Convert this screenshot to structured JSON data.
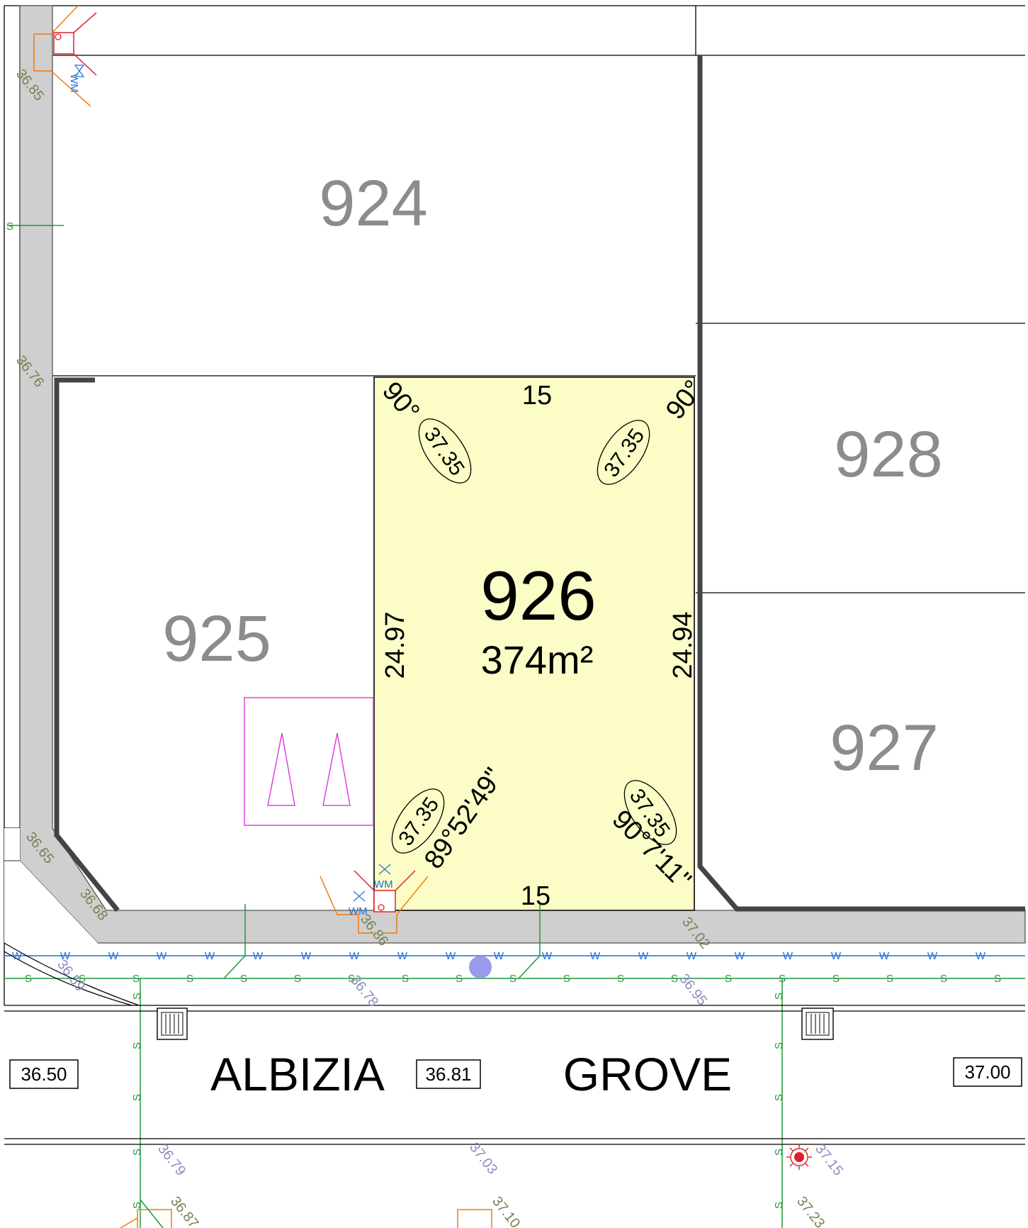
{
  "lots": {
    "lot_924": "924",
    "lot_925": "925",
    "lot_927": "927",
    "lot_928": "928",
    "subject": {
      "number": "926",
      "area": "374m²"
    }
  },
  "dimensions": {
    "top": "15",
    "bottom": "15",
    "left": "24.97",
    "right": "24.94"
  },
  "angles": {
    "top_left": "90°",
    "top_right": "90°",
    "bottom_left": "89°52'49\"",
    "bottom_right": "90°7'11\""
  },
  "corner_levels": {
    "top_left": "37.35",
    "top_right": "37.35",
    "bottom_left": "37.35",
    "bottom_right": "37.35"
  },
  "levels_green": [
    "36.85",
    "36.76",
    "36.65",
    "36.68",
    "36.86",
    "37.02",
    "36.87",
    "37.10",
    "37.23"
  ],
  "levels_purple": [
    "36.59",
    "36.78",
    "36.95",
    "36.79",
    "37.03",
    "37.15"
  ],
  "road_levels": [
    "36.50",
    "36.81",
    "37.00"
  ],
  "street_name": {
    "word1": "ALBIZIA",
    "word2": "GROVE"
  },
  "service_labels": {
    "water": "W",
    "sewer": "S",
    "meter_top": "WM",
    "meter_bottom": "WM",
    "meter_left": "WM"
  },
  "colors": {
    "subject_fill": "#fcfcc7",
    "verge_grey": "#cfcfcf",
    "water_blue": "#1e6fd9",
    "sewer_green": "#1f9a3a",
    "electrical_orange": "#f07a10",
    "meter_red": "#e0202a",
    "driveway_magenta": "#e040e0"
  },
  "icons": [
    "water-meter-icon",
    "pit-grate-icon",
    "street-light-icon",
    "survey-marker-icon"
  ]
}
